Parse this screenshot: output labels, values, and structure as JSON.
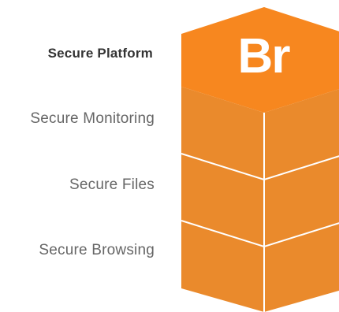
{
  "layers": [
    {
      "label": "Secure Platform",
      "active": true
    },
    {
      "label": "Secure Monitoring",
      "active": false
    },
    {
      "label": "Secure Files",
      "active": false
    },
    {
      "label": "Secure Browsing",
      "active": false
    }
  ],
  "logo": {
    "text": "Br"
  },
  "colors": {
    "accent": "#f7871f",
    "accent_dark": "#ea8a2c",
    "label": "#666666",
    "label_active": "#333333",
    "edge": "#ffffff"
  }
}
